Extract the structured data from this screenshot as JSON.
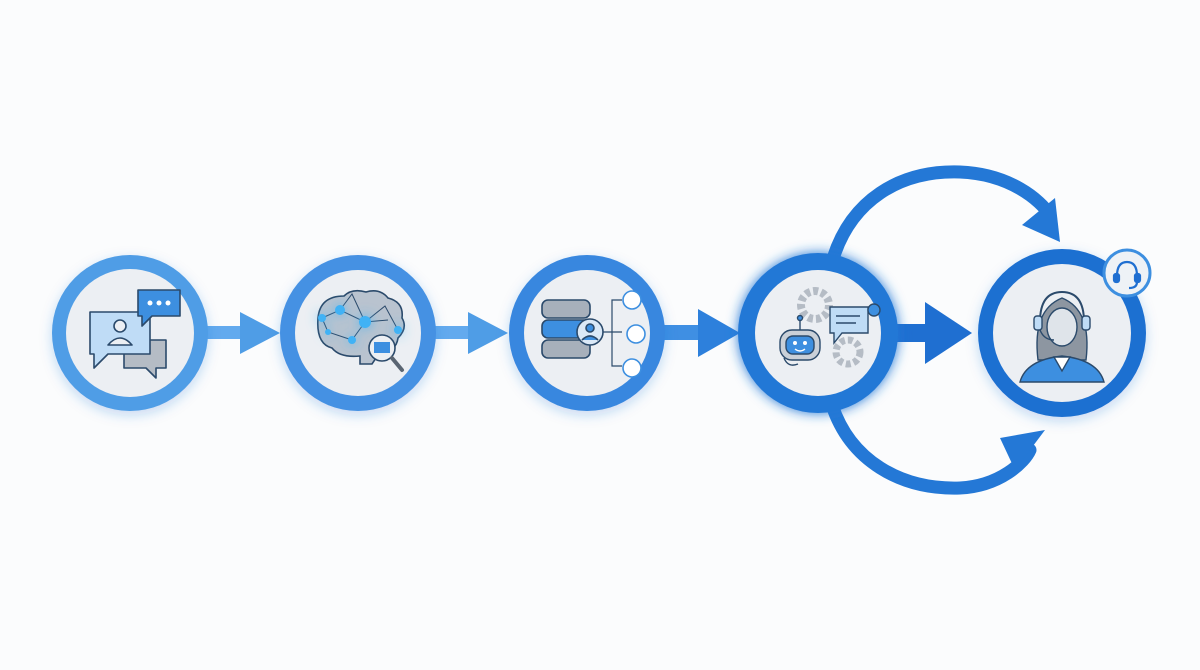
{
  "colors": {
    "ring_light": "#4f9de6",
    "ring_dark": "#1f6fd1",
    "inner": "#eceff3",
    "icon_blue": "#3d8fe0",
    "icon_gray": "#9aa3ad",
    "outline": "#2b4a6b",
    "background": "#fbfcfd"
  },
  "nodes": [
    {
      "id": "chat",
      "icon": "chat-bubbles-user-icon"
    },
    {
      "id": "brain",
      "icon": "ai-brain-search-icon"
    },
    {
      "id": "database",
      "icon": "database-user-routing-icon"
    },
    {
      "id": "bot",
      "icon": "chatbot-gears-icon"
    },
    {
      "id": "agent",
      "icon": "human-support-agent-icon",
      "badge": "headset-icon"
    }
  ],
  "edges": [
    {
      "from": "chat",
      "to": "brain"
    },
    {
      "from": "brain",
      "to": "database"
    },
    {
      "from": "database",
      "to": "bot"
    },
    {
      "from": "bot",
      "to": "agent",
      "route": "straight"
    },
    {
      "from": "bot",
      "to": "agent",
      "route": "arc-top"
    },
    {
      "from": "bot",
      "to": "agent",
      "route": "arc-bottom"
    }
  ]
}
